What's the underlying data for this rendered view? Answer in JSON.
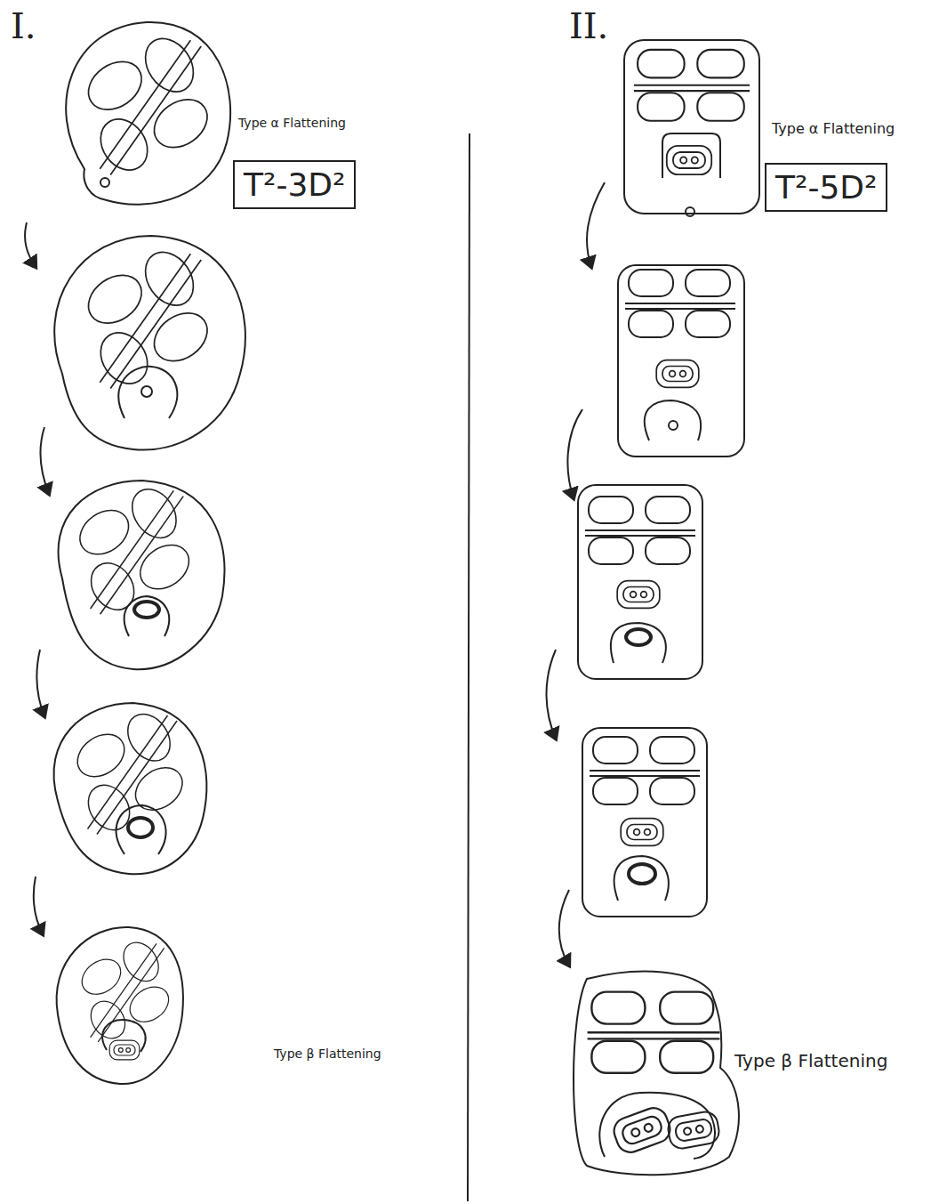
{
  "diagram": {
    "nodes": [
      {
        "text": [
          "T²-3D²"
        ]
      },
      {
        "text": [
          "T²-5D²"
        ]
      }
    ],
    "labels": [
      "I.",
      "II.",
      "Type α Flattening",
      "Type β Flattening",
      "Type α Flattening",
      "Type β Flattening"
    ]
  }
}
